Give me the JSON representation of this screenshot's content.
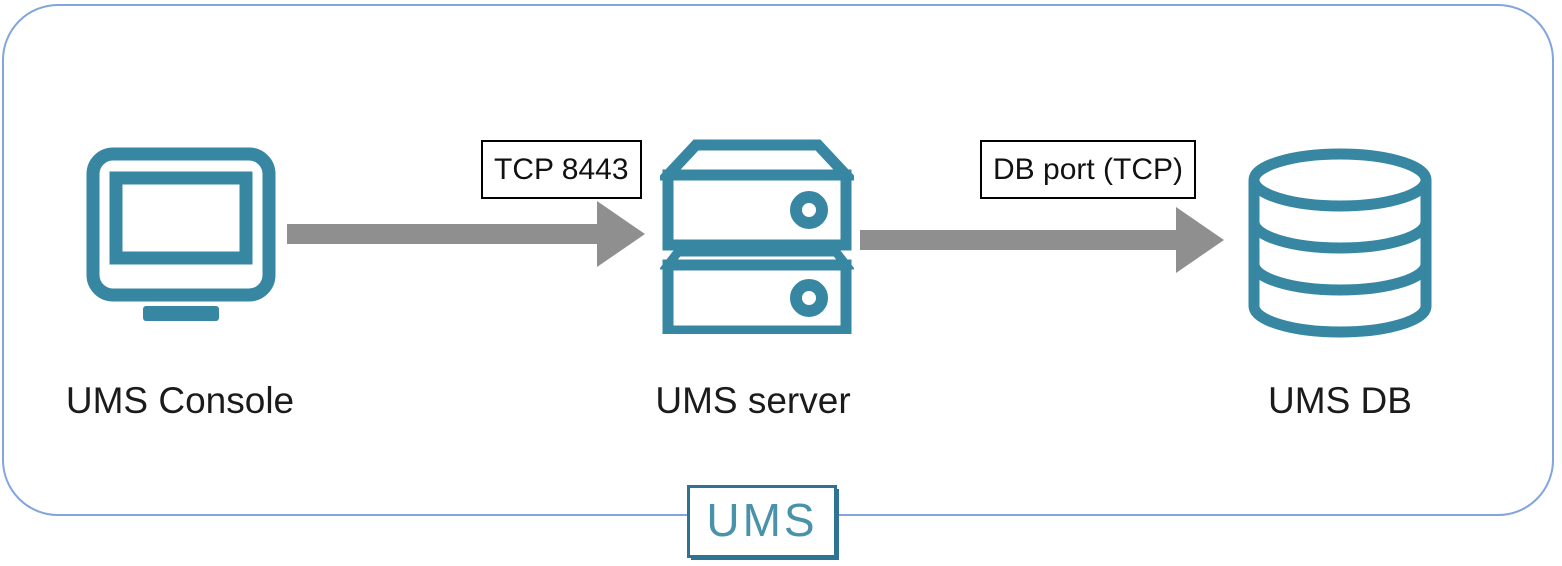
{
  "colors": {
    "icon_teal": "#3787a3",
    "arrow_gray": "#8f8f8f",
    "frame_blue": "#82a5de",
    "badge_border": "#2e7391",
    "badge_text": "#4a92aa"
  },
  "nodes": [
    {
      "id": "ums-console",
      "label": "UMS Console",
      "icon": "monitor-icon"
    },
    {
      "id": "ums-server",
      "label": "UMS server",
      "icon": "server-stack-icon"
    },
    {
      "id": "ums-db",
      "label": "UMS DB",
      "icon": "database-icon"
    }
  ],
  "connections": [
    {
      "from": "ums-console",
      "to": "ums-server",
      "label": "TCP 8443"
    },
    {
      "from": "ums-server",
      "to": "ums-db",
      "label": "DB port (TCP)"
    }
  ],
  "badge": {
    "label": "UMS"
  }
}
